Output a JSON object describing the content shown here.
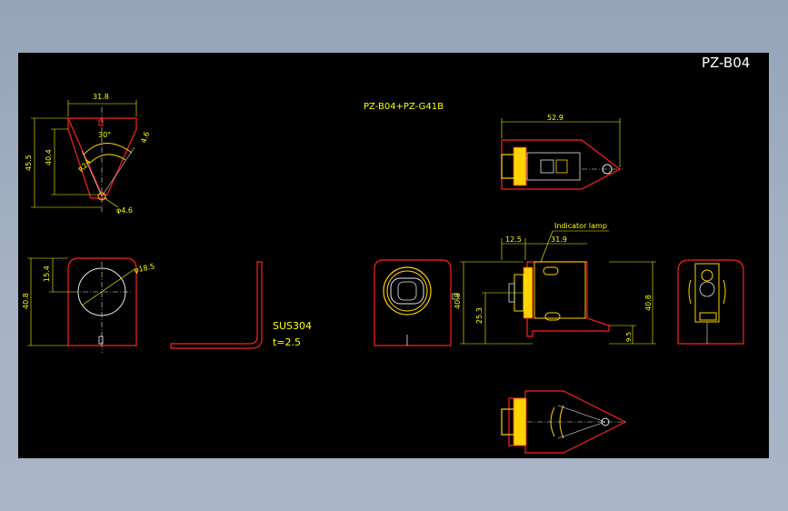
{
  "drawing": {
    "sheet_title": "PZ-B04",
    "assembly_title": "PZ-B04+PZ-G41B",
    "material": "SUS304",
    "thickness": "t=2.5",
    "callout_indicator": "Indicator lamp"
  },
  "dimensions": {
    "top_width": "31.8",
    "angle": "30°",
    "side_4_6": "4.6",
    "height_45_5": "45.5",
    "height_40_4": "40.4",
    "radius_r24": "R24",
    "hole_phi_4_6": "φ4.6",
    "front_15_4": "15.4",
    "front_40_8": "40.8",
    "phi_18_5": "φ18.5",
    "assy_top_52_9": "52.9",
    "assy_12_5": "12.5",
    "assy_31_9": "31.9",
    "assy_40_8_left": "40.8",
    "assy_25_3": "25.3",
    "assy_40_8_right": "40.8",
    "assy_9_5": "9.5"
  },
  "colors": {
    "background": "#000000",
    "outline": "#ff2020",
    "dimension": "#ffff00",
    "part": "#ffd400",
    "white_line": "#e8e8e8",
    "title_text": "#ffffff"
  }
}
